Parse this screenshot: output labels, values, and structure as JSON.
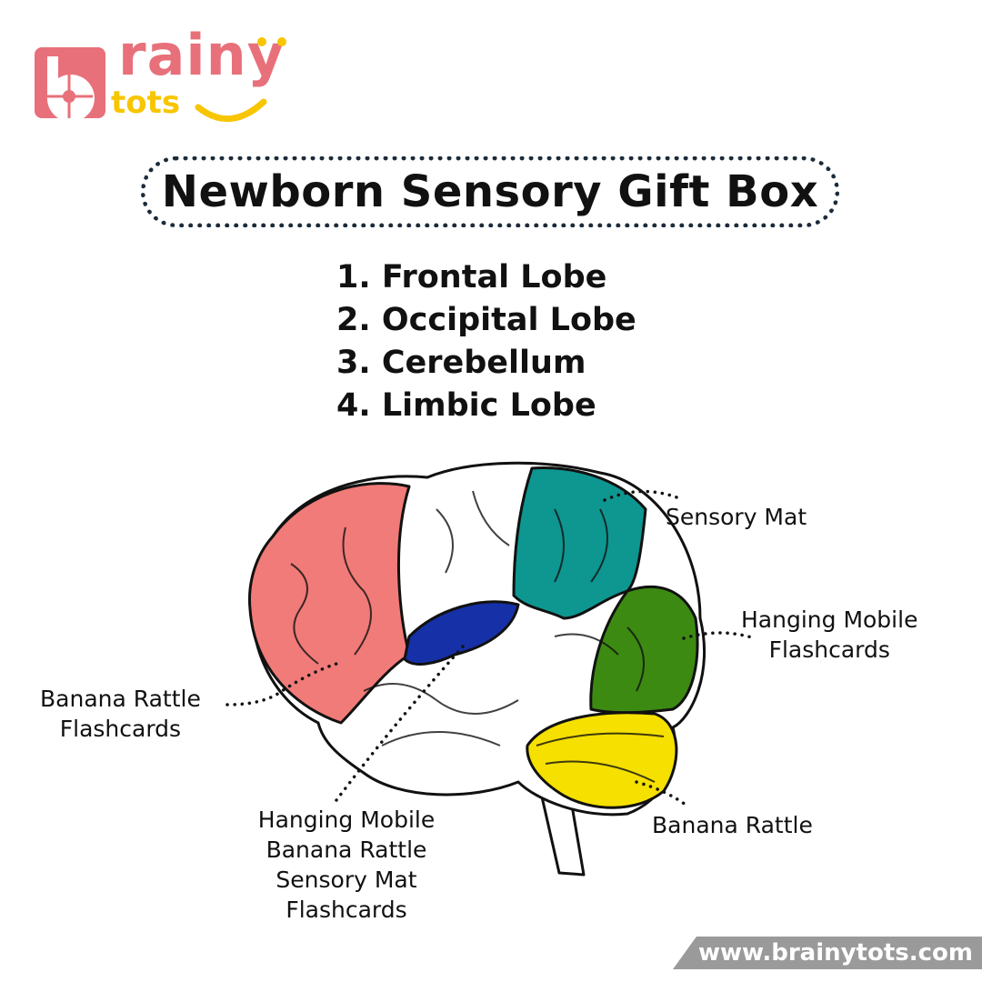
{
  "logo": {
    "word": "rainy",
    "sub": "tots",
    "brand_text": "brainy tots",
    "primary_color": "#e8707a",
    "accent_color": "#f7c600"
  },
  "title": "Newborn Sensory Gift Box",
  "lobes": [
    "1. Frontal Lobe",
    "2. Occipital Lobe",
    "3. Cerebellum",
    "4. Limbic Lobe"
  ],
  "labels": {
    "parietal": [
      "Sensory Mat"
    ],
    "occipital": [
      "Hanging Mobile",
      "Flashcards"
    ],
    "frontal": [
      "Banana Rattle",
      "Flashcards"
    ],
    "cerebellum": [
      "Banana Rattle"
    ],
    "limbic": [
      "Hanging Mobile",
      "Banana Rattle",
      "Sensory Mat",
      "Flashcards"
    ]
  },
  "region_colors": {
    "frontal": "#f07b78",
    "parietal": "#0e9690",
    "occipital": "#3c8a12",
    "cerebellum": "#f6e000",
    "limbic": "#1630a8"
  },
  "footer": {
    "url": "www.brainytots.com"
  }
}
